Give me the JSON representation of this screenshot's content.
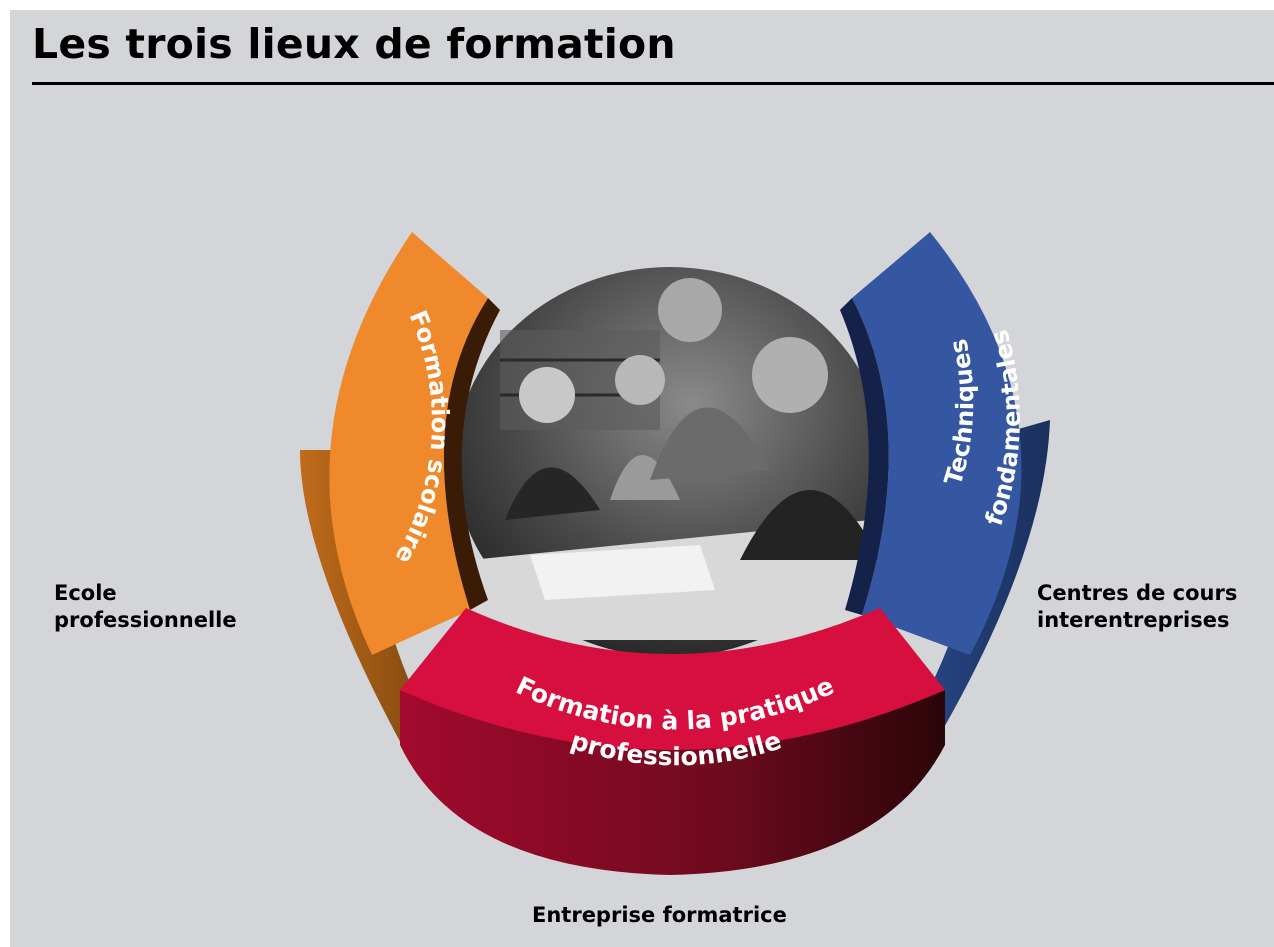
{
  "title": "Les trois lieux de formation",
  "places": {
    "ecole": [
      "Ecole",
      "professionnelle"
    ],
    "centres": [
      "Centres de cours",
      "interentreprises"
    ],
    "entreprise": "Entreprise formatrice"
  },
  "segments": {
    "scolaire": {
      "label": "Formation scolaire",
      "color": "#f0892b",
      "icon": "classroom-photo"
    },
    "techniques": {
      "label_line1": "Techniques",
      "label_line2": "fondamentales",
      "color": "#3556a0"
    },
    "pratique": {
      "label_line1": "Formation à la pratique",
      "label_line2": "professionnelle",
      "color": "#d60f3f"
    }
  }
}
